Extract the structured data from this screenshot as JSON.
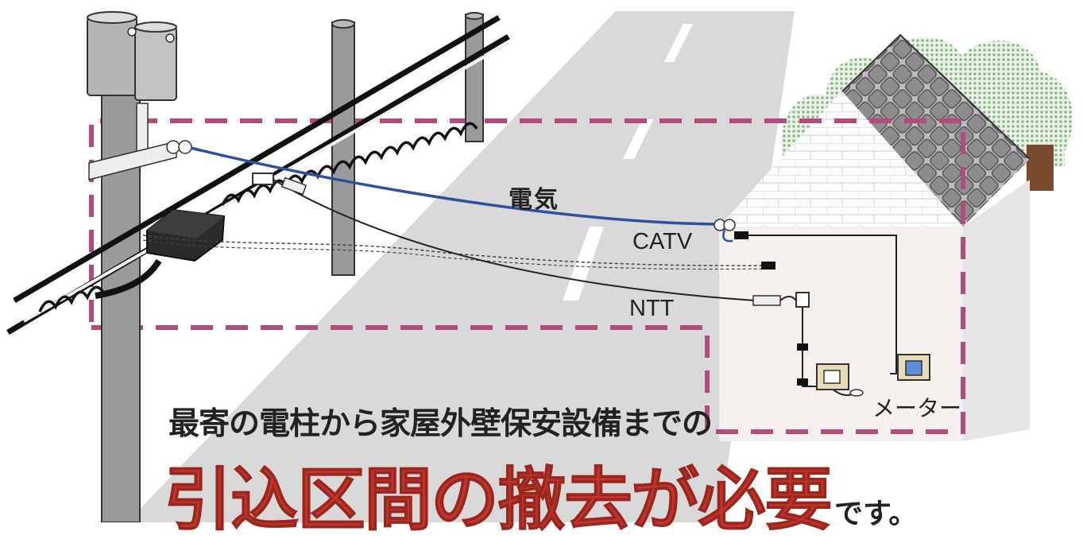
{
  "labels": {
    "power": "電気",
    "catv": "CATV",
    "ntt": "NTT",
    "meter": "メーター"
  },
  "caption": {
    "subtitle": "最寄の電柱から家屋外壁保安設備までの",
    "headline_emphasis": "引込区間の撤去が必要",
    "headline_suffix": "です。"
  },
  "colors": {
    "accent_red": "#c0362b",
    "dashed_boundary": "#b24c7c",
    "power_line": "#2f4f9f",
    "road": "#d9d9d9",
    "pole": "#9a9a9a",
    "tree": "#9bc28f"
  }
}
